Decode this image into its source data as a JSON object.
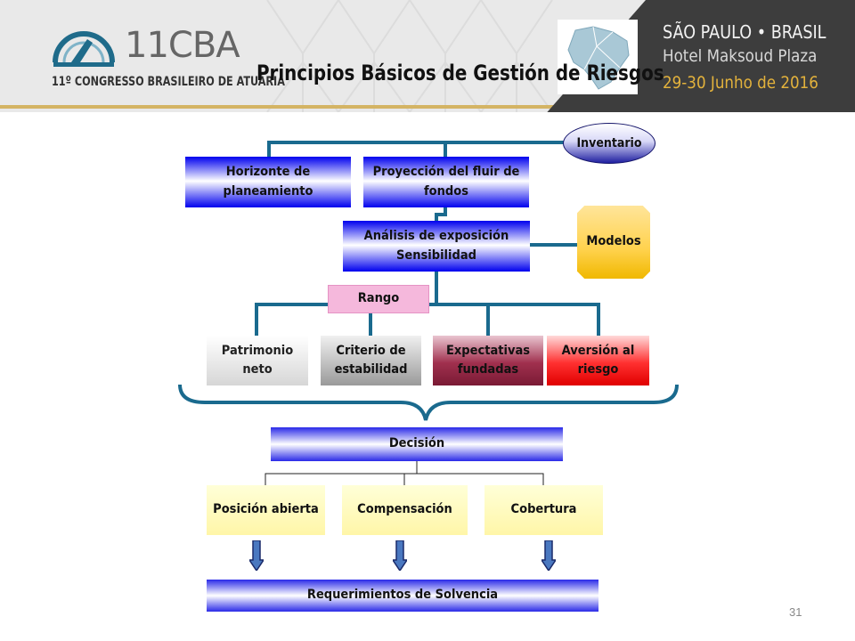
{
  "header": {
    "logo_name": "11CBA",
    "logo_subtitle": "11º CONGRESSO BRASILEIRO DE ATUÁRIA",
    "event_line1": "SÃO PAULO • BRASIL",
    "event_line2": "Hotel Maksoud Plaza",
    "event_line3": "29-30 Junho de 2016"
  },
  "title": "Principios Básicos de Gestión de Riesgos",
  "nodes": {
    "inventario": "Inventario",
    "horizonte_l1": "Horizonte de",
    "horizonte_l2": "planeamiento",
    "proyeccion_l1": "Proyección del fluir de",
    "proyeccion_l2": "fondos",
    "analisis_l1": "Análisis de exposición",
    "analisis_l2": "Sensibilidad",
    "modelos": "Modelos",
    "rango": "Rango",
    "patrimonio_l1": "Patrimonio",
    "patrimonio_l2": "neto",
    "criterio_l1": "Criterio de",
    "criterio_l2": "estabilidad",
    "expectativas_l1": "Expectativas",
    "expectativas_l2": "fundadas",
    "aversion_l1": "Aversión al",
    "aversion_l2": "riesgo",
    "decision": "Decisión",
    "posicion": "Posición abierta",
    "compensacion": "Compensación",
    "cobertura": "Cobertura",
    "requerimientos": "Requerimientos de Solvencia"
  },
  "page_number": "31",
  "colors": {
    "connector": "#1a6a8e",
    "accent_gold": "#d4b464",
    "header_dark": "#3d3d3d"
  }
}
